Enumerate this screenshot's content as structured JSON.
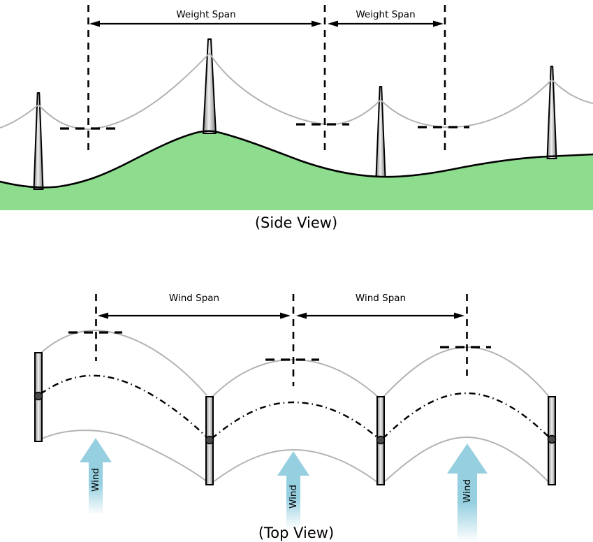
{
  "diagram": {
    "side_view": {
      "caption": "(Side View)",
      "span_labels": [
        "Weight Span",
        "Weight Span"
      ]
    },
    "top_view": {
      "caption": "(Top View)",
      "span_labels": [
        "Wind Span",
        "Wind Span"
      ],
      "wind_labels": [
        "Wind",
        "Wind",
        "Wind"
      ]
    },
    "colors": {
      "terrain_green": "#8edc8e",
      "wire_gray": "#b3b3b3",
      "wind_arrow_blue": "#96cfe0",
      "tower_gray_light": "#f2f2f2",
      "tower_gray_dark": "#7d7d7d",
      "line_black": "#000000"
    }
  }
}
